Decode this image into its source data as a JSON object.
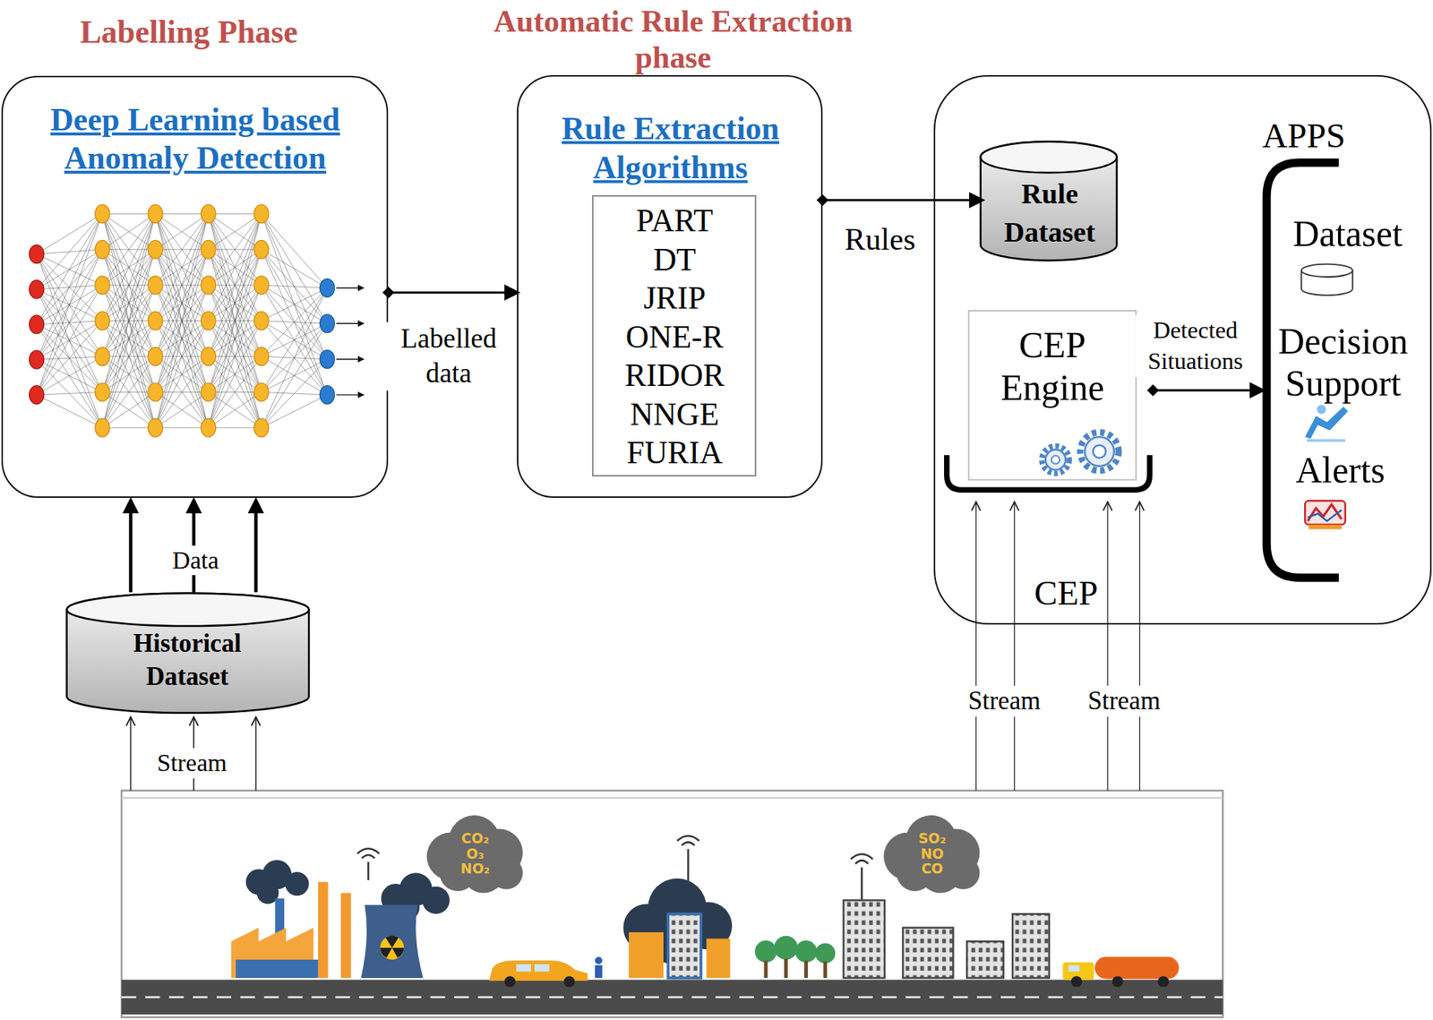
{
  "diagram": {
    "nodes": [
      {
        "text": [
          "Labelling Phase",
          "Deep Learning based Anomaly Detection"
        ]
      },
      {
        "text": [
          "Automatic Rule Extraction phase",
          "Rule Extraction Algorithms"
        ]
      },
      {
        "text": [
          "PART",
          "DT",
          "JRIP",
          "ONE-R",
          "RIDOR",
          "NNGE",
          "FURIA"
        ],
        "in": 1
      },
      {
        "text": [
          "CEP"
        ]
      },
      {
        "text": [
          "Rule Dataset"
        ],
        "in": 3
      },
      {
        "text": [
          "CEP Engine"
        ],
        "in": 3
      },
      {
        "text": [
          "APPS",
          "Dataset",
          "Decision Support",
          "Alerts"
        ],
        "in": 3
      },
      {
        "text": [
          "Historical Dataset"
        ]
      },
      {
        "text": [
          "CO₂ O₃ NO₂",
          "SO₂ NO CO"
        ]
      }
    ],
    "edges": [
      {
        "from": 8,
        "to": 7,
        "arrow": "to"
      },
      {
        "from": 8,
        "to": 7,
        "label": "Stream",
        "arrow": "to"
      },
      {
        "from": 8,
        "to": 7,
        "arrow": "to"
      },
      {
        "from": 7,
        "to": 0,
        "arrow": "to"
      },
      {
        "from": 7,
        "to": 0,
        "label": "Data",
        "arrow": "to"
      },
      {
        "from": 7,
        "to": 0,
        "arrow": "to"
      },
      {
        "from": 0,
        "to": 1,
        "label": "Labelled data",
        "arrow": "to"
      },
      {
        "from": 1,
        "to": 4,
        "label": "Rules",
        "arrow": "to"
      },
      {
        "from": 5,
        "to": 6,
        "label": "Detected Situations",
        "arrow": "to"
      },
      {
        "from": 8,
        "to": 5,
        "arrow": "to"
      },
      {
        "from": 8,
        "to": 5,
        "label": "Stream",
        "arrow": "to"
      },
      {
        "from": 8,
        "to": 5,
        "arrow": "to"
      },
      {
        "from": 8,
        "to": 5,
        "label": "Stream",
        "arrow": "to"
      }
    ]
  }
}
